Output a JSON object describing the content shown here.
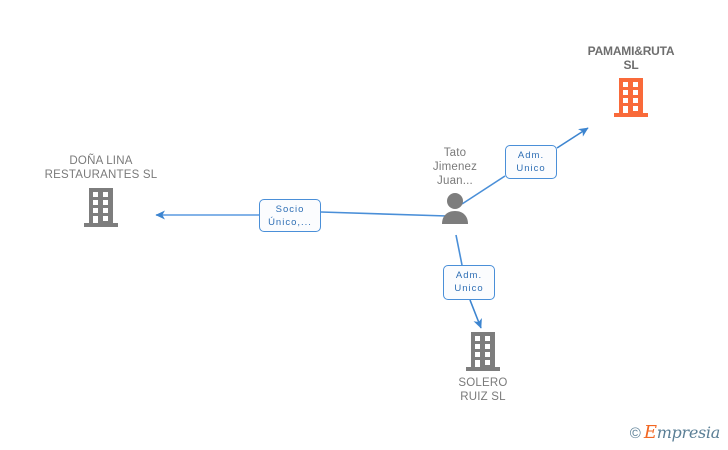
{
  "graph": {
    "title": "Empresia corporate relationship map",
    "colors": {
      "edge": "#4a8fd8",
      "label_border": "#4a8fd8",
      "label_text": "#2f6fb5",
      "company_gray": "#7a7a7a",
      "company_orange": "#f96a3a",
      "person_gray": "#7a7a7a",
      "background": "#ffffff"
    },
    "nodes": [
      {
        "id": "pamami",
        "type": "company",
        "icon": "building-icon",
        "label": "PAMAMI&RUTA\nSL",
        "color": "#f96a3a",
        "highlighted": true,
        "label_position": "above"
      },
      {
        "id": "dona-lina",
        "type": "company",
        "icon": "building-icon",
        "label": "DOÑA LINA\nRESTAURANTES SL",
        "color": "#7a7a7a",
        "highlighted": false,
        "label_position": "above"
      },
      {
        "id": "person",
        "type": "person",
        "icon": "person-icon",
        "label": "Tato\nJimenez\nJuan...",
        "color": "#7a7a7a",
        "highlighted": false,
        "label_position": "above-left"
      },
      {
        "id": "solero",
        "type": "company",
        "icon": "building-icon",
        "label": "SOLERO\nRUIZ SL",
        "color": "#7a7a7a",
        "highlighted": false,
        "label_position": "below"
      }
    ],
    "edges": [
      {
        "id": "edge-person-pamami",
        "from": "person",
        "to": "pamami",
        "label": "Adm.\nUnico",
        "direction": "up-right"
      },
      {
        "id": "edge-person-dona-lina",
        "from": "person",
        "to": "dona-lina",
        "label": "Socio\nÚnico,...",
        "direction": "left"
      },
      {
        "id": "edge-person-solero",
        "from": "person",
        "to": "solero",
        "label": "Adm.\nUnico",
        "direction": "down"
      }
    ]
  },
  "watermark": {
    "copyright": "©",
    "brand_initial": "E",
    "brand_rest": "mpresia"
  }
}
